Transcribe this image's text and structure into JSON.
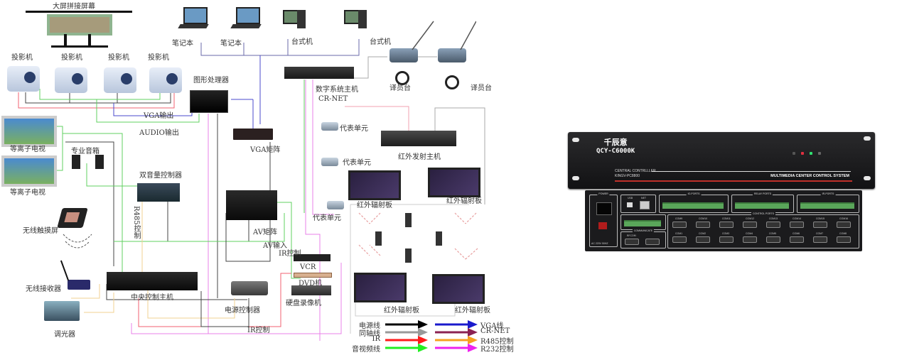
{
  "diagram": {
    "title_screen": "大屏拼接屏幕",
    "projectors": [
      "投影机",
      "投影机",
      "投影机",
      "投影机"
    ],
    "laptops": [
      "笔记本",
      "笔记本"
    ],
    "desktops": [
      "台式机",
      "台式机"
    ],
    "graphics_processor": "图形处理器",
    "vga_output": "VGA输出",
    "audio_output": "AUDIO输出",
    "plasma_tvs": [
      "等离子电视",
      "等离子电视"
    ],
    "speakers": "专业音箱",
    "vga_matrix": "VGA矩阵",
    "digital_host": "数字系统主机",
    "cr_net": "CR-NET",
    "interpreter_desks": [
      "译员台",
      "译员台"
    ],
    "delegate_units": [
      "代表单元",
      "代表单元",
      "代表单元"
    ],
    "ir_transmitter": "红外发射主机",
    "ir_panels": [
      "红外辐射板",
      "红外辐射板",
      "红外辐射板",
      "红外辐射板"
    ],
    "dual_volume_controller": "双音量控制器",
    "rs485_label": "R485控制",
    "av_matrix": "AV矩阵",
    "av_input": "AV输入",
    "ir_control": "IR控制",
    "vcr": "VCR",
    "dvd": "DVD机",
    "hdd_recorder": "硬盘录像机",
    "wireless_touch": "无线触摸屏",
    "wireless_receiver": "无线接收器",
    "central_host": "中央控制主机",
    "power_controller": "电源控制器",
    "ir_control_bottom": "IR控制",
    "dimmer": "调光器"
  },
  "legend": {
    "left": [
      {
        "label": "电源线",
        "color": "#000000"
      },
      {
        "label": "同轴线",
        "color": "#999999"
      },
      {
        "label": "IR",
        "color": "#ff1a1a"
      },
      {
        "label": "音视频线",
        "color": "#22ee22"
      }
    ],
    "right": [
      {
        "label": "VGA线",
        "color": "#1a1acc"
      },
      {
        "label": "CR-NET",
        "color": "#8b2252"
      },
      {
        "label": "R485控制",
        "color": "#f5a020"
      },
      {
        "label": "R232控制",
        "color": "#ee22ee"
      }
    ]
  },
  "product": {
    "brand": "千辰意",
    "model": "QCY-C6000K",
    "central_controller": "CENTRAL CONTRLLLER",
    "sub_model": "KINGV-PC8800",
    "system_name": "MULTIMEDIA CENTER CONTROL SYSTEM",
    "power_label": "POWER",
    "ac_label": "AC 220V 50HZ",
    "usb_label": "USB",
    "net_label": "NET",
    "io_ports": "IO-PORTS",
    "relay_ports": "RELAY PORTS",
    "ir_ports": "IR-PORTS",
    "control_ports": "CONTROL PORTS",
    "communicate": "COMMUNICATE",
    "rf_com": "RFCOM",
    "com_top": [
      "COM9",
      "COM10",
      "COM11",
      "COM12",
      "COM13",
      "COM14",
      "COM15",
      "COM16"
    ],
    "com_bottom": [
      "COM1",
      "COM2",
      "COM3",
      "COM4",
      "COM5",
      "COM6",
      "COM7",
      "COM8"
    ]
  }
}
